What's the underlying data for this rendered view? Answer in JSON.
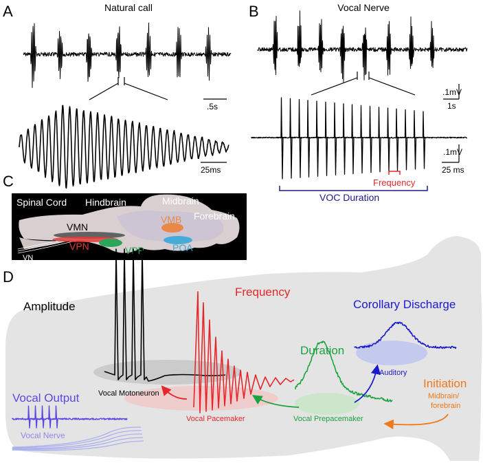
{
  "panel_letters": {
    "a": "A",
    "b": "B",
    "c": "C",
    "d": "D"
  },
  "panel_a": {
    "title": "Natural call",
    "scale_top": ".5s",
    "scale_bottom": "25ms"
  },
  "panel_b": {
    "title": "Vocal Nerve",
    "scale_top_v": ".1mV",
    "scale_top_t": "1s",
    "scale_bottom_v": ".1mV",
    "scale_bottom_t": "25 ms",
    "frequency_label": "Frequency",
    "duration_label": "VOC Duration"
  },
  "panel_c": {
    "regions": {
      "spinal": "Spinal Cord",
      "hindbrain": "Hindbrain",
      "midbrain": "Midbrain",
      "forebrain": "Forebrain"
    },
    "nuclei": {
      "vmn": "VMN",
      "vpn": "VPN",
      "vpp": "VPP",
      "vmb": "VMB",
      "poa": "POA",
      "vn": "VN"
    }
  },
  "panel_d": {
    "amplitude": "Amplitude",
    "frequency": "Frequency",
    "corollary": "Corollary Discharge",
    "duration": "Duration",
    "initiation": "Initiation",
    "auditory": "Auditory",
    "midbrain": "Midbrain/",
    "forebrain": "forebrain",
    "vocal_output": "Vocal Output",
    "vocal_nerve": "Vocal Nerve",
    "motoneuron": "Vocal Motoneuron",
    "pacemaker": "Vocal Pacemaker",
    "prepacemaker": "Vocal Prepacemaker"
  },
  "colors": {
    "frequency": "#e5262a",
    "duration": "#1aa33f",
    "corollary": "#1a1acd",
    "initiation": "#f07818",
    "vocal_output": "#5a48e0",
    "vmb": "#e8894a",
    "poa": "#35a9d8",
    "vpp": "#2aa55a",
    "vpn": "#e23b3b",
    "brain_bg": "#e4e4e4"
  }
}
